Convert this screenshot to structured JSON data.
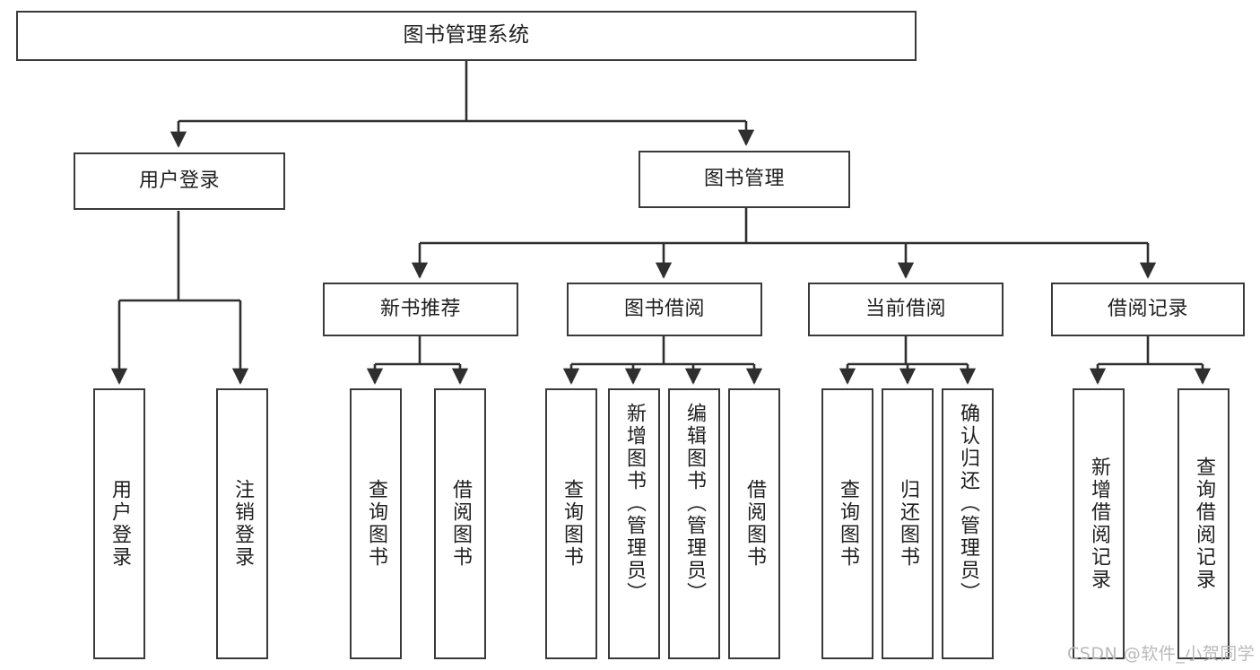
{
  "diagram": {
    "title": "图书管理系统",
    "type": "tree-hierarchy",
    "colors": {
      "box_border": "#3a3a3a",
      "box_fill": "#ffffff",
      "connector": "#2f2f2f",
      "text": "#1f1f1f",
      "watermark": "#b9b9b9",
      "background": "#ffffff"
    },
    "watermark": "CSDN @软件_小贺同学",
    "root": {
      "label": "图书管理系统"
    },
    "level2": [
      {
        "id": "user-login",
        "label": "用户登录"
      },
      {
        "id": "book-management",
        "label": "图书管理"
      }
    ],
    "level3": [
      {
        "id": "new-book-recommend",
        "label": "新书推荐"
      },
      {
        "id": "book-borrow",
        "label": "图书借阅"
      },
      {
        "id": "current-borrow",
        "label": "当前借阅"
      },
      {
        "id": "borrow-record",
        "label": "借阅记录"
      }
    ],
    "leaves": {
      "user_login": [
        {
          "id": "leaf-user-login",
          "label": "用户登录"
        },
        {
          "id": "leaf-logout-login",
          "label": "注销登录"
        }
      ],
      "new_book_recommend": [
        {
          "id": "leaf-query-book-1",
          "label": "查询图书"
        },
        {
          "id": "leaf-borrow-book-1",
          "label": "借阅图书"
        }
      ],
      "book_borrow": [
        {
          "id": "leaf-query-book-2",
          "label": "查询图书"
        },
        {
          "id": "leaf-add-book",
          "label": "新增图书（管理员）"
        },
        {
          "id": "leaf-edit-book",
          "label": "编辑图书（管理员）"
        },
        {
          "id": "leaf-borrow-book-2",
          "label": "借阅图书"
        }
      ],
      "current_borrow": [
        {
          "id": "leaf-query-book-3",
          "label": "查询图书"
        },
        {
          "id": "leaf-return-book",
          "label": "归还图书"
        },
        {
          "id": "leaf-confirm-return",
          "label": "确认归还（管理员）"
        }
      ],
      "borrow_record": [
        {
          "id": "leaf-add-record",
          "label": "新增借阅记录"
        },
        {
          "id": "leaf-query-record",
          "label": "查询借阅记录"
        }
      ]
    }
  }
}
